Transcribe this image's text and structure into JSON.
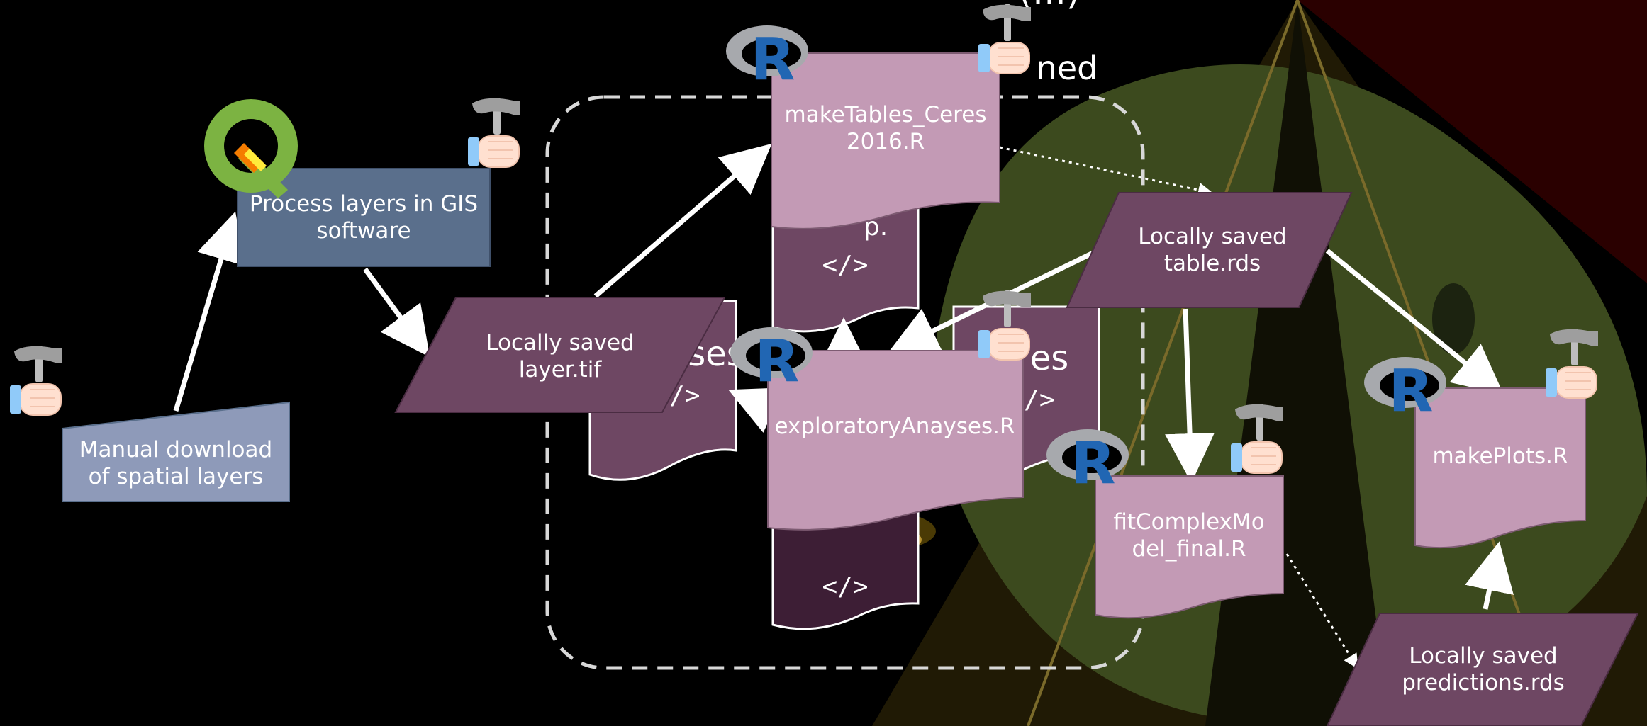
{
  "colors": {
    "background": "#000000",
    "dark_plum": "#6e4763",
    "dark_plum_deep": "#5a3550",
    "pink_script": "#c39ab5",
    "slate_blue": "#5a6f8c",
    "light_slate": "#8e9ab9",
    "dashed_box": "#d8d8d8",
    "arrow": "#ffffff",
    "r_logo_blue": "#2166b3",
    "r_logo_grey": "#a7a9ad",
    "qgis_green": "#7cb342",
    "qgis_orange": "#f57c00"
  },
  "header": {
    "cut_off_text": "(…)",
    "side_text": "ned"
  },
  "nodes": {
    "manual_download": {
      "line1": "Manual download",
      "line2": "of spatial layers"
    },
    "process_gis": {
      "line1": "Process layers in GIS",
      "line2": "software"
    },
    "layer_tif": {
      "line1": "Locally saved",
      "line2": "layer.tif"
    },
    "make_tables": {
      "line1": "makeTables_Ceres",
      "line2": "2016.R"
    },
    "exploratory": {
      "label": "exploratoryAnayses.R"
    },
    "table_rds": {
      "line1": "Locally saved",
      "line2": "table.rds"
    },
    "fit_complex": {
      "line1": "fitComplexMo",
      "line2": "del_final.R"
    },
    "make_plots": {
      "label": "makePlots.R"
    },
    "predictions_rds": {
      "line1": "Locally saved",
      "line2": "predictions.rds"
    }
  },
  "background_docs": {
    "code_tag": "</>",
    "partial_left": "ses",
    "partial_right": "es",
    "partial_top": "p."
  },
  "icons": {
    "hammer": "hammer-fist-icon",
    "r": "r-logo-icon",
    "qgis": "qgis-logo-icon"
  }
}
